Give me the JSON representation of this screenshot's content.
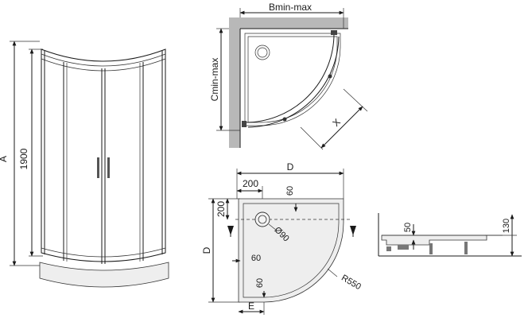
{
  "front_view": {
    "dim_A": "A",
    "dim_1900": "1900"
  },
  "top_view": {
    "dim_B": "Bmin-max",
    "dim_C": "Cmin-max",
    "dim_X": "X"
  },
  "tray_plan": {
    "dim_D_top": "D",
    "dim_D_left": "D",
    "dim_200_top": "200",
    "dim_60_top": "60",
    "dim_200_left": "200",
    "dim_drain": "Ø90",
    "dim_60_left": "60",
    "dim_60_bottom": "60",
    "dim_E": "E",
    "dim_radius": "R550"
  },
  "tray_section": {
    "dim_50": "50",
    "dim_130": "130"
  },
  "colors": {
    "line": "#1a1a1a",
    "wall": "#b8b8b8",
    "tray_fill": "#eeeeee"
  }
}
